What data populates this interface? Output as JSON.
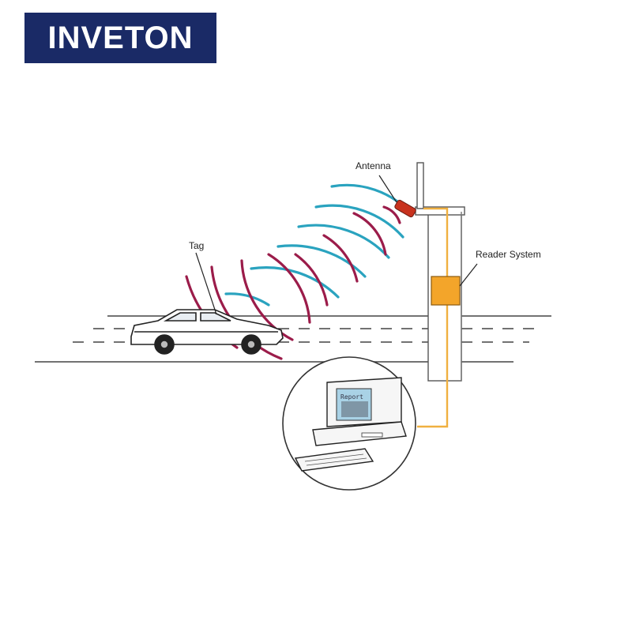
{
  "brand": {
    "name": "INVETON",
    "color": "#1a2a66"
  },
  "labels": {
    "antenna": "Antenna",
    "tag": "Tag",
    "reader_system": "Reader System",
    "report": "Report"
  },
  "colors": {
    "wave_teal": "#2aa3bf",
    "wave_maroon": "#9b1c4a",
    "cable": "#f0b040",
    "reader_box": "#f3a52a",
    "road_line": "#444444"
  }
}
